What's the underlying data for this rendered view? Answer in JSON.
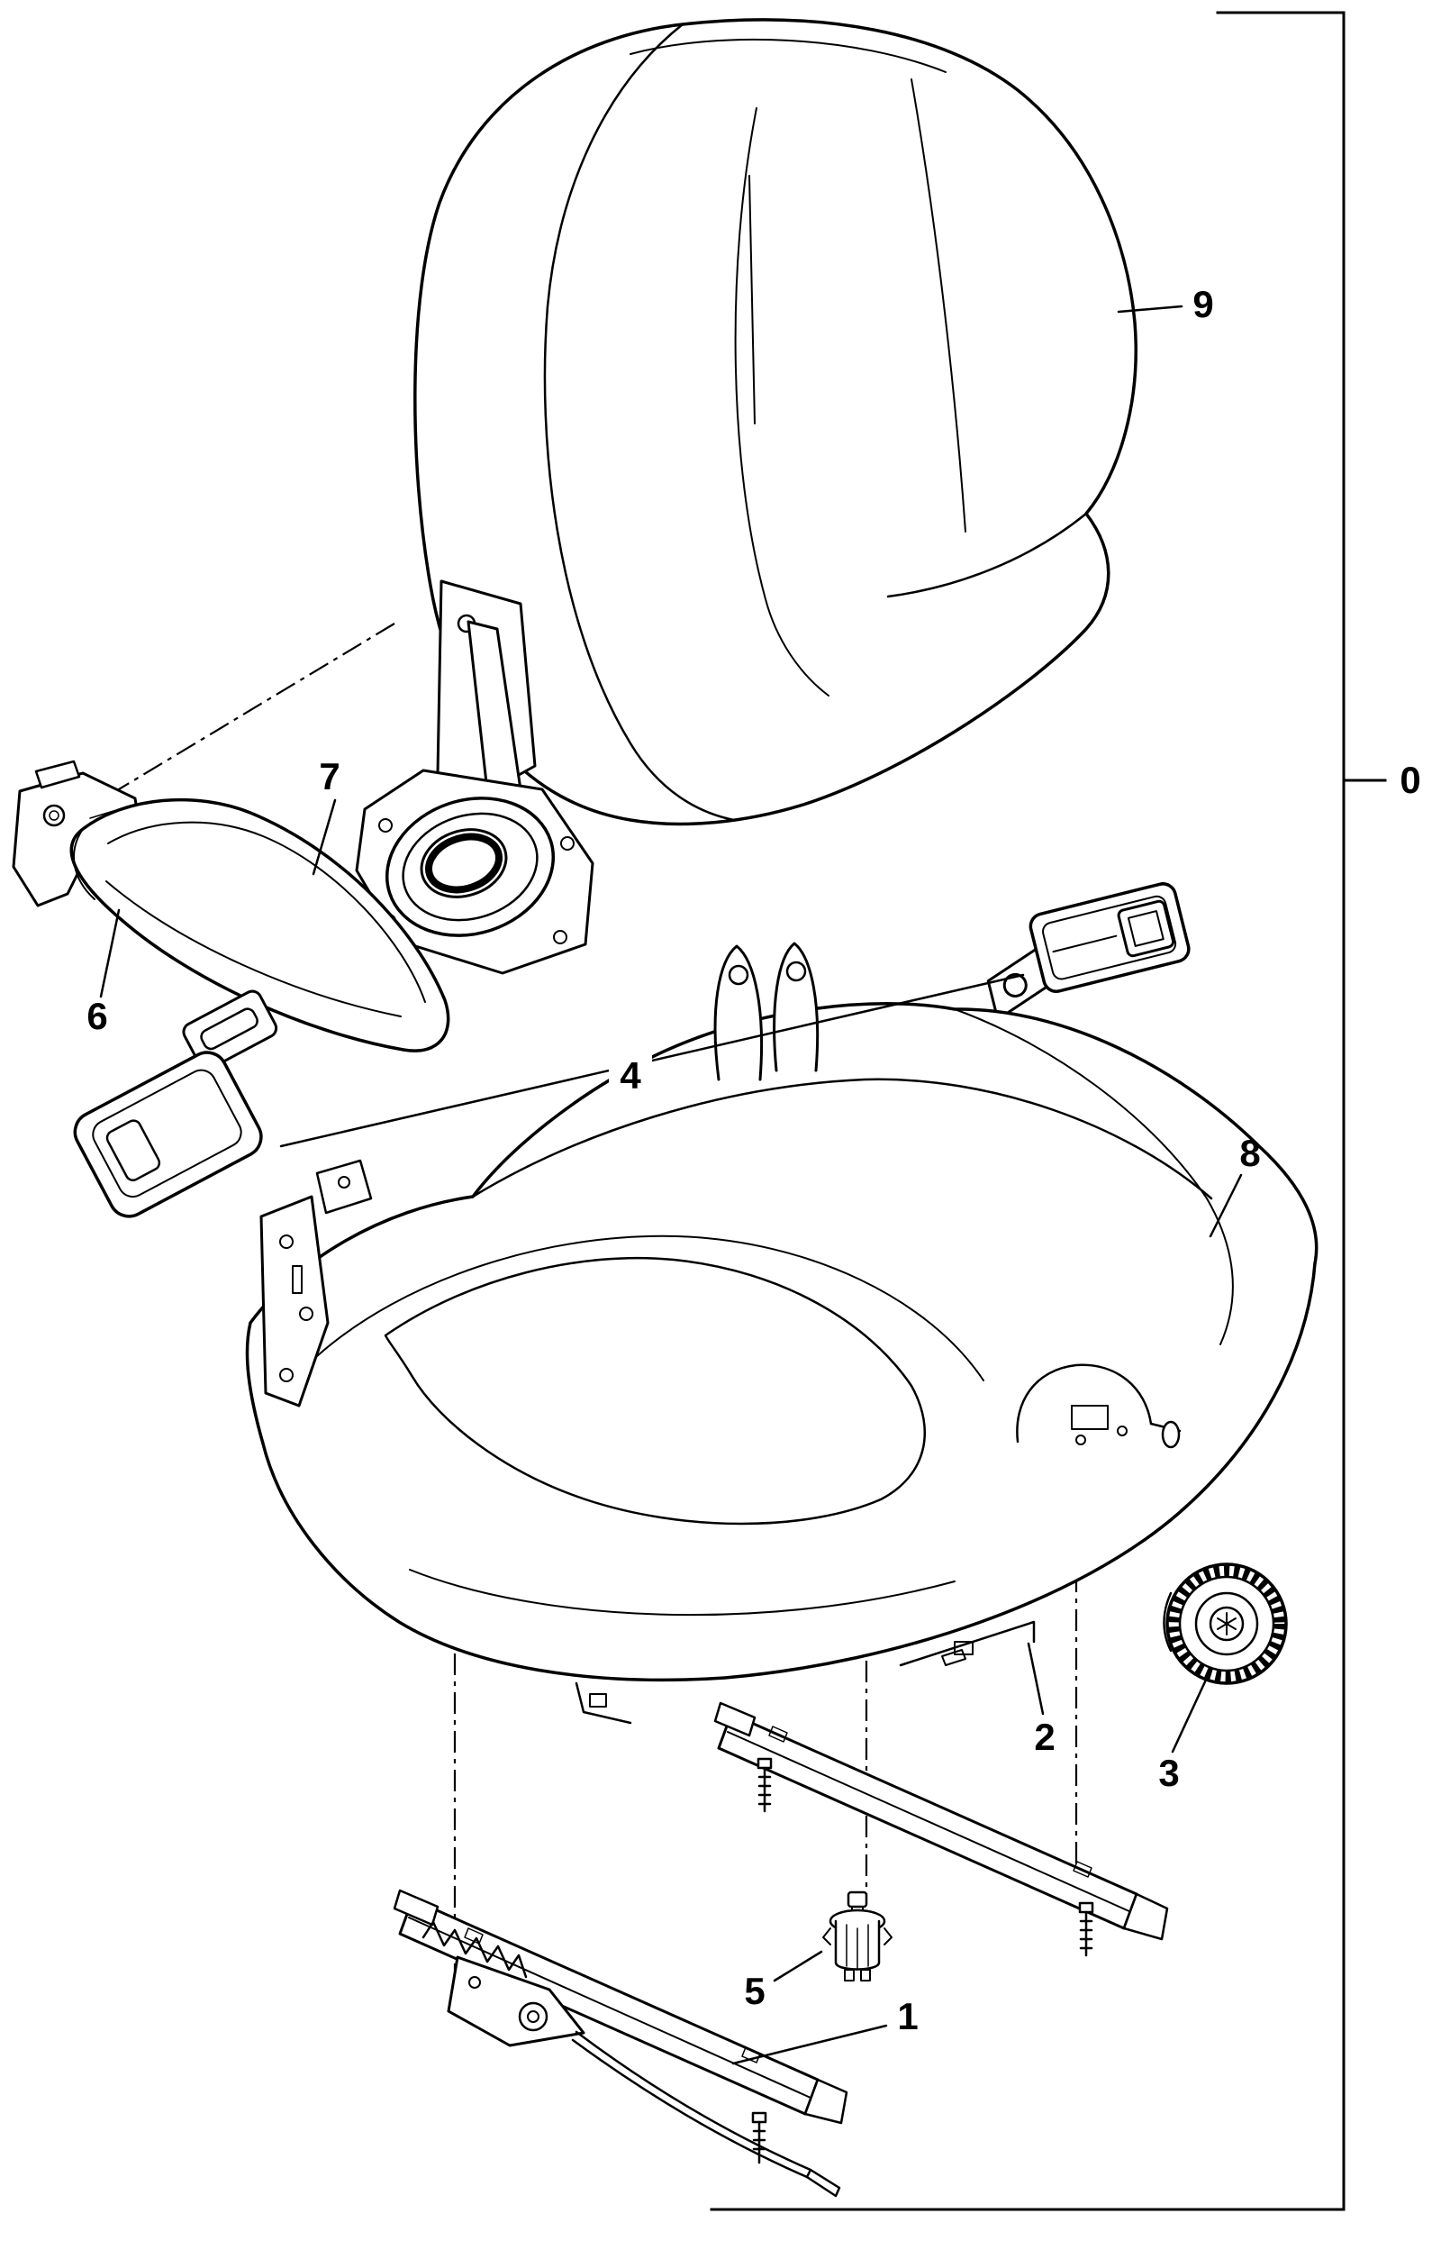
{
  "figure": {
    "background_color": "#ffffff",
    "line_color": "#000000",
    "callouts": [
      {
        "label": "0"
      },
      {
        "label": "1"
      },
      {
        "label": "2"
      },
      {
        "label": "3"
      },
      {
        "label": "4"
      },
      {
        "label": "5"
      },
      {
        "label": "6"
      },
      {
        "label": "7"
      },
      {
        "label": "8"
      },
      {
        "label": "9"
      }
    ]
  }
}
